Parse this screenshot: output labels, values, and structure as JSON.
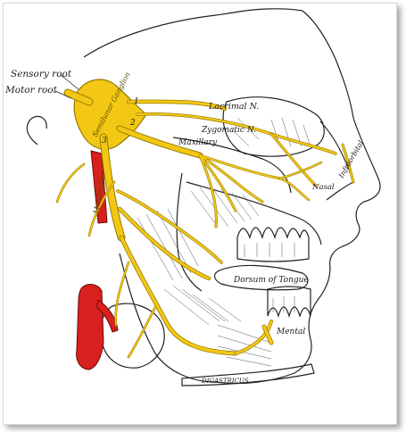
{
  "colors": {
    "nerve_fill": "#f2c814",
    "nerve_stroke": "#9a7a00",
    "artery_fill": "#d8201e",
    "line_ink": "#222222",
    "paper": "#ffffff"
  },
  "labels": {
    "sensory_root": "Sensory root",
    "motor_root": "Motor root",
    "semilunar_ganglion": "Semilunar Ganglion",
    "lacrimal": "Lacrimal N.",
    "zygomatic": "Zygomatic N.",
    "maxillary": "Maxillary",
    "infraorbital": "Infraorbital",
    "nasal": "Nasal",
    "mandibular": "Mandibular",
    "dorsum_tongue": "Dorsum of Tongue",
    "mental": "Mental",
    "digastricus": "DIGASTRICUS",
    "num_1": "1",
    "num_2": "2",
    "num_3": "3"
  }
}
